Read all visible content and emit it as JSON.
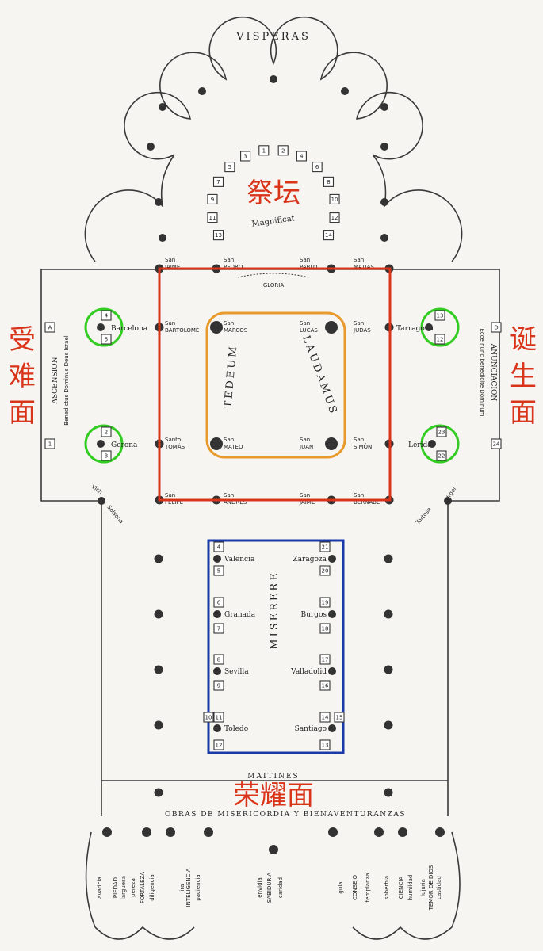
{
  "title_top": "VISPERAS",
  "altar": {
    "zh_label": "祭坛",
    "magnificat": "Magnificat",
    "altar_nums": [
      "13",
      "11",
      "9",
      "7",
      "5",
      "3",
      "1",
      "2",
      "4",
      "6",
      "8",
      "10",
      "12",
      "14"
    ]
  },
  "gloria": "GLORIA",
  "crossing": {
    "top_row": [
      "San JAIME",
      "San PEDRO",
      "San PABLO",
      "San MATIAS"
    ],
    "mid_row": [
      "San BARTOLOMÉ",
      "San MARCOS",
      "San LUCAS",
      "San JUDAS"
    ],
    "low_row": [
      "Santo TOMÁS",
      "San MATEO",
      "San JUAN",
      "San SIMÓN"
    ],
    "bot_row": [
      "San FELIPE",
      "San ANDRÉS",
      "San JAIME",
      "San BERNABÉ"
    ],
    "tedeum": "TEDEUM",
    "laudamus": "LAUDAMUS"
  },
  "left_transept": {
    "zh_label": "受难面",
    "ascension": "ASCENSION",
    "ascension_sub": "Benedictus Dominus Deus Israel",
    "city_top": "Barcelona",
    "city_bot": "Gerona",
    "nums_top": [
      "4",
      "5"
    ],
    "nums_bot": [
      "2",
      "3"
    ],
    "outer_nums": [
      "A",
      "1"
    ]
  },
  "right_transept": {
    "zh_label": "诞生面",
    "anunciacion": "ANUNCIACION",
    "anunciacion_sub": "Ecce nunc benedicite Dominum",
    "city_top": "Tarragona",
    "city_bot": "Lérida",
    "nums_top": [
      "13",
      "12"
    ],
    "nums_bot": [
      "23",
      "22"
    ],
    "outer_nums": [
      "D",
      "24"
    ]
  },
  "diagonal_labels": [
    "Vich",
    "Solsona",
    "Tortosa",
    "Urgel"
  ],
  "nave": {
    "miserere": "MISERERE",
    "left_cities": [
      "Valencia",
      "Granada",
      "Sevilla",
      "Toledo"
    ],
    "right_cities": [
      "Zaragoza",
      "Burgos",
      "Valladolid",
      "Santiago"
    ],
    "left_nums": [
      "4",
      "5",
      "6",
      "7",
      "8",
      "9",
      "10",
      "11",
      "12"
    ],
    "right_nums": [
      "21",
      "20",
      "19",
      "18",
      "17",
      "16",
      "14",
      "15",
      "13"
    ]
  },
  "bottom": {
    "maitines": "MAITINES",
    "zh_label": "荣耀面",
    "obras": "OBRAS DE MISERICORDIA Y BIENAVENTURANZAS",
    "virtues": [
      "avaricia",
      "PIEDAD",
      "larguesa",
      "pereza",
      "FORTALEZA",
      "diligencia",
      "ira",
      "INTELIGENCIA",
      "paciencia",
      "envidia",
      "SABIDURIA",
      "caridad",
      "gula",
      "CONSEJO",
      "templanza",
      "soberbia",
      "CIENCIA",
      "humildad",
      "lujuria",
      "TEMOR DE DIOS",
      "castidad"
    ]
  },
  "colors": {
    "red": "#d9341a",
    "orange": "#e89a2c",
    "green": "#33cc22",
    "blue": "#1a3aa8"
  }
}
